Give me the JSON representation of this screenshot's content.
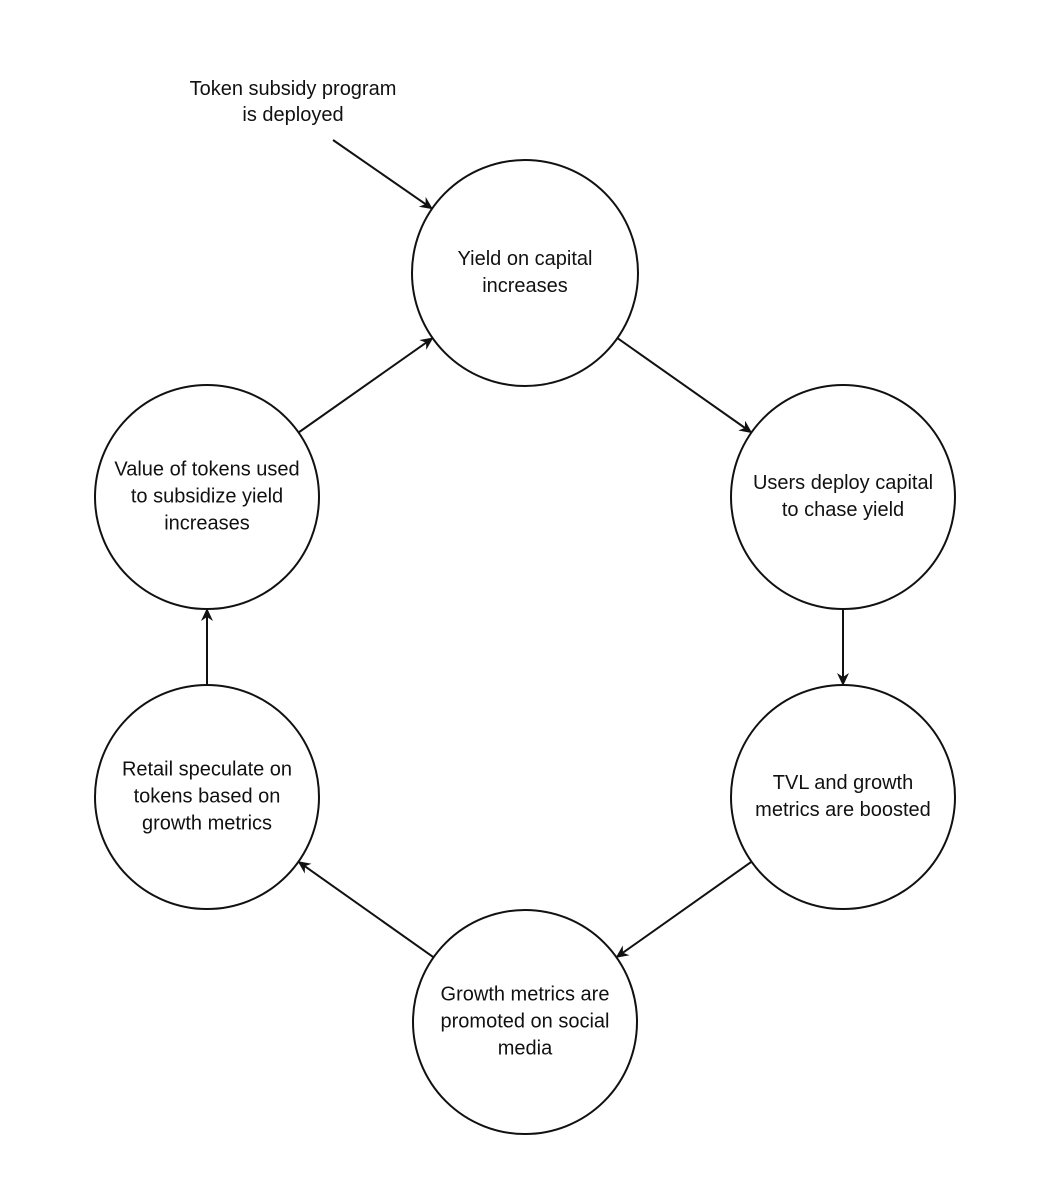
{
  "diagram": {
    "type": "cycle",
    "start_label": {
      "lines": [
        "Token subsidy program",
        "is deployed"
      ],
      "points_to": "yield"
    },
    "nodes": [
      {
        "id": "yield",
        "lines": [
          "Yield on capital",
          "increases"
        ]
      },
      {
        "id": "deploy",
        "lines": [
          "Users deploy capital",
          "to chase yield"
        ]
      },
      {
        "id": "tvl",
        "lines": [
          "TVL and growth",
          "metrics are boosted"
        ]
      },
      {
        "id": "promote",
        "lines": [
          "Growth metrics are",
          "promoted on social",
          "media"
        ]
      },
      {
        "id": "retail",
        "lines": [
          "Retail speculate on",
          "tokens based on",
          "growth metrics"
        ]
      },
      {
        "id": "value",
        "lines": [
          "Value of tokens used",
          "to subsidize yield",
          "increases"
        ]
      }
    ],
    "edges": [
      {
        "from": "yield",
        "to": "deploy"
      },
      {
        "from": "deploy",
        "to": "tvl"
      },
      {
        "from": "tvl",
        "to": "promote"
      },
      {
        "from": "promote",
        "to": "retail"
      },
      {
        "from": "retail",
        "to": "value"
      },
      {
        "from": "value",
        "to": "yield"
      }
    ],
    "colors": {
      "stroke": "#111111",
      "fill": "#ffffff",
      "text": "#111111"
    }
  }
}
